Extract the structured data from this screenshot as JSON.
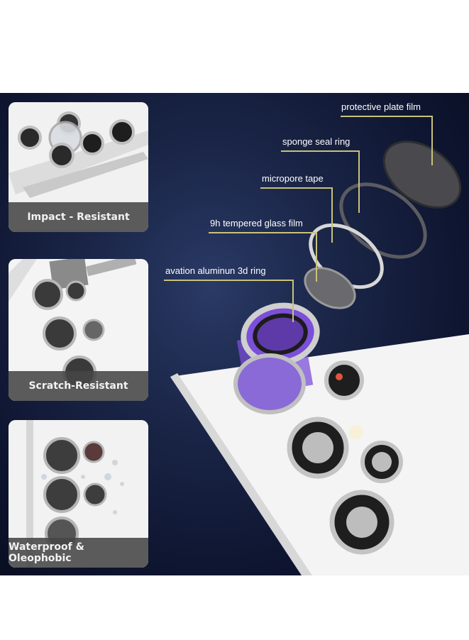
{
  "features": [
    {
      "label": "Impact - Resistant"
    },
    {
      "label": "Scratch-Resistant"
    },
    {
      "label": "Waterproof & Oleophobic"
    }
  ],
  "layers": [
    {
      "label": "protective plate film"
    },
    {
      "label": "sponge seal ring"
    },
    {
      "label": "micropore tape"
    },
    {
      "label": "9h tempered glass film"
    },
    {
      "label": "avation aluminun 3d ring"
    }
  ],
  "colors": {
    "background": "#121a38",
    "callout_line": "#c8c27a",
    "caption_bg": "#464646",
    "lens_accent": "#7b4fd8"
  }
}
